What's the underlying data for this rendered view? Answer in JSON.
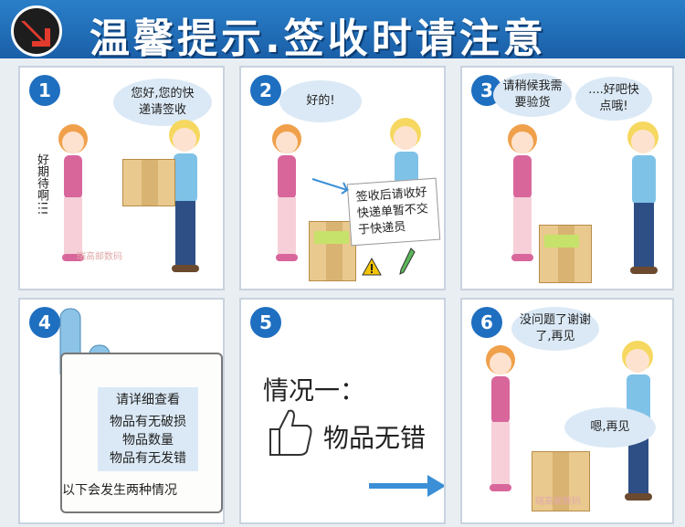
{
  "banner": {
    "title": "温馨提示.签收时请注意"
  },
  "panels": [
    {
      "number": "1",
      "bubble": "您好,您的快递请签收",
      "side_text": "好期待啊!!!",
      "watermark": "瑞高邮数码"
    },
    {
      "number": "2",
      "bubble": "好的!",
      "note": "签收后请收好快递单暂不交于快递员"
    },
    {
      "number": "3",
      "bubble_a": "请稍候我需要验货",
      "bubble_b": "....好吧快点哦!"
    },
    {
      "number": "4",
      "checklist_first": "请详细查看",
      "checklist": [
        "物品有无破损",
        "物品数量",
        "物品有无发错"
      ],
      "footer": "以下会发生两种情况"
    },
    {
      "number": "5",
      "case_title": "情况一：",
      "case_text": "物品无错"
    },
    {
      "number": "6",
      "bubble_a": "没问题了谢谢了,再见",
      "bubble_b": "嗯,再见",
      "watermark": "瑞高邮数码"
    }
  ],
  "colors": {
    "banner": "#1a5fa8",
    "accent": "#1f6fc0",
    "bubble": "#dbe9f6"
  },
  "icons": [
    "arrow-icon",
    "thumbs-up-icon",
    "warning-icon",
    "pen-icon"
  ]
}
